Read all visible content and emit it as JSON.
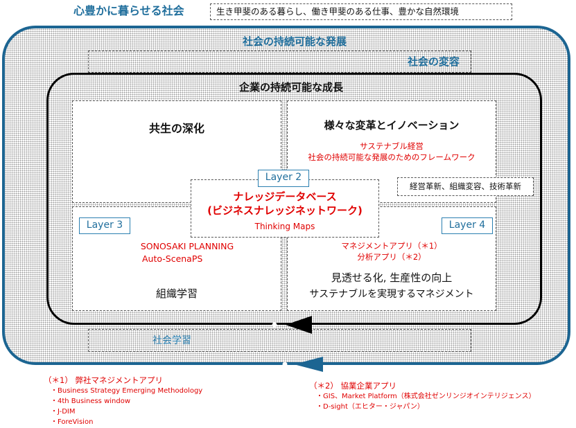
{
  "vision": {
    "label": "心豊かに暮らせる社会",
    "description": "生き甲斐のある暮らし、働き甲斐のある仕事、豊かな自然環境"
  },
  "outer_ring": {
    "title": "社会の持続可能な発展"
  },
  "society_change": {
    "label": "社会の変容"
  },
  "inner_ring": {
    "title": "企業の持続可能な成長"
  },
  "social_learning": {
    "label": "社会学習"
  },
  "quadrants": {
    "top_left": {
      "title": "共生の深化"
    },
    "top_right": {
      "title": "様々な変革とイノベーション",
      "lines": [
        "サステナブル経営",
        "社会の持続可能な発展のためのフレームワーク"
      ],
      "note": "経営革新、組織変容、技術革新"
    },
    "bottom_left": {
      "layer": "Layer 3",
      "lines": [
        "SONOSAKI PLANNING",
        "Auto-ScenaPS"
      ],
      "title": "組織学習"
    },
    "bottom_right": {
      "layer": "Layer 4",
      "lines": [
        "マネジメントアプリ（＊1）",
        "分析アプリ（＊2）"
      ],
      "title_lines": [
        "見透せる化, 生産性の向上",
        "サステナブルを実現するマネジメント"
      ]
    }
  },
  "center": {
    "layer": "Layer 2",
    "title_lines": [
      "ナレッジデータベース",
      "(ビジネスナレッジネットワーク)"
    ],
    "subtitle": "Thinking Maps"
  },
  "footnotes": {
    "note1": {
      "heading": "（＊1）  弊社マネジメントアプリ",
      "items": [
        "・Business Strategy Emerging Methodology",
        "・4th Business window",
        "・J-DIM",
        "・ForeVision"
      ]
    },
    "note2": {
      "heading": "（＊2）  協業企業アプリ",
      "items": [
        "・GIS、Market Platform（株式会社ゼンリンジオインテリジェンス）",
        "・D-sight（エヒター・ジャパン）"
      ]
    }
  },
  "colors": {
    "blue": "#1f6e9c",
    "red": "#e00000",
    "ring_blue": "#1c6592",
    "black": "#000000"
  }
}
